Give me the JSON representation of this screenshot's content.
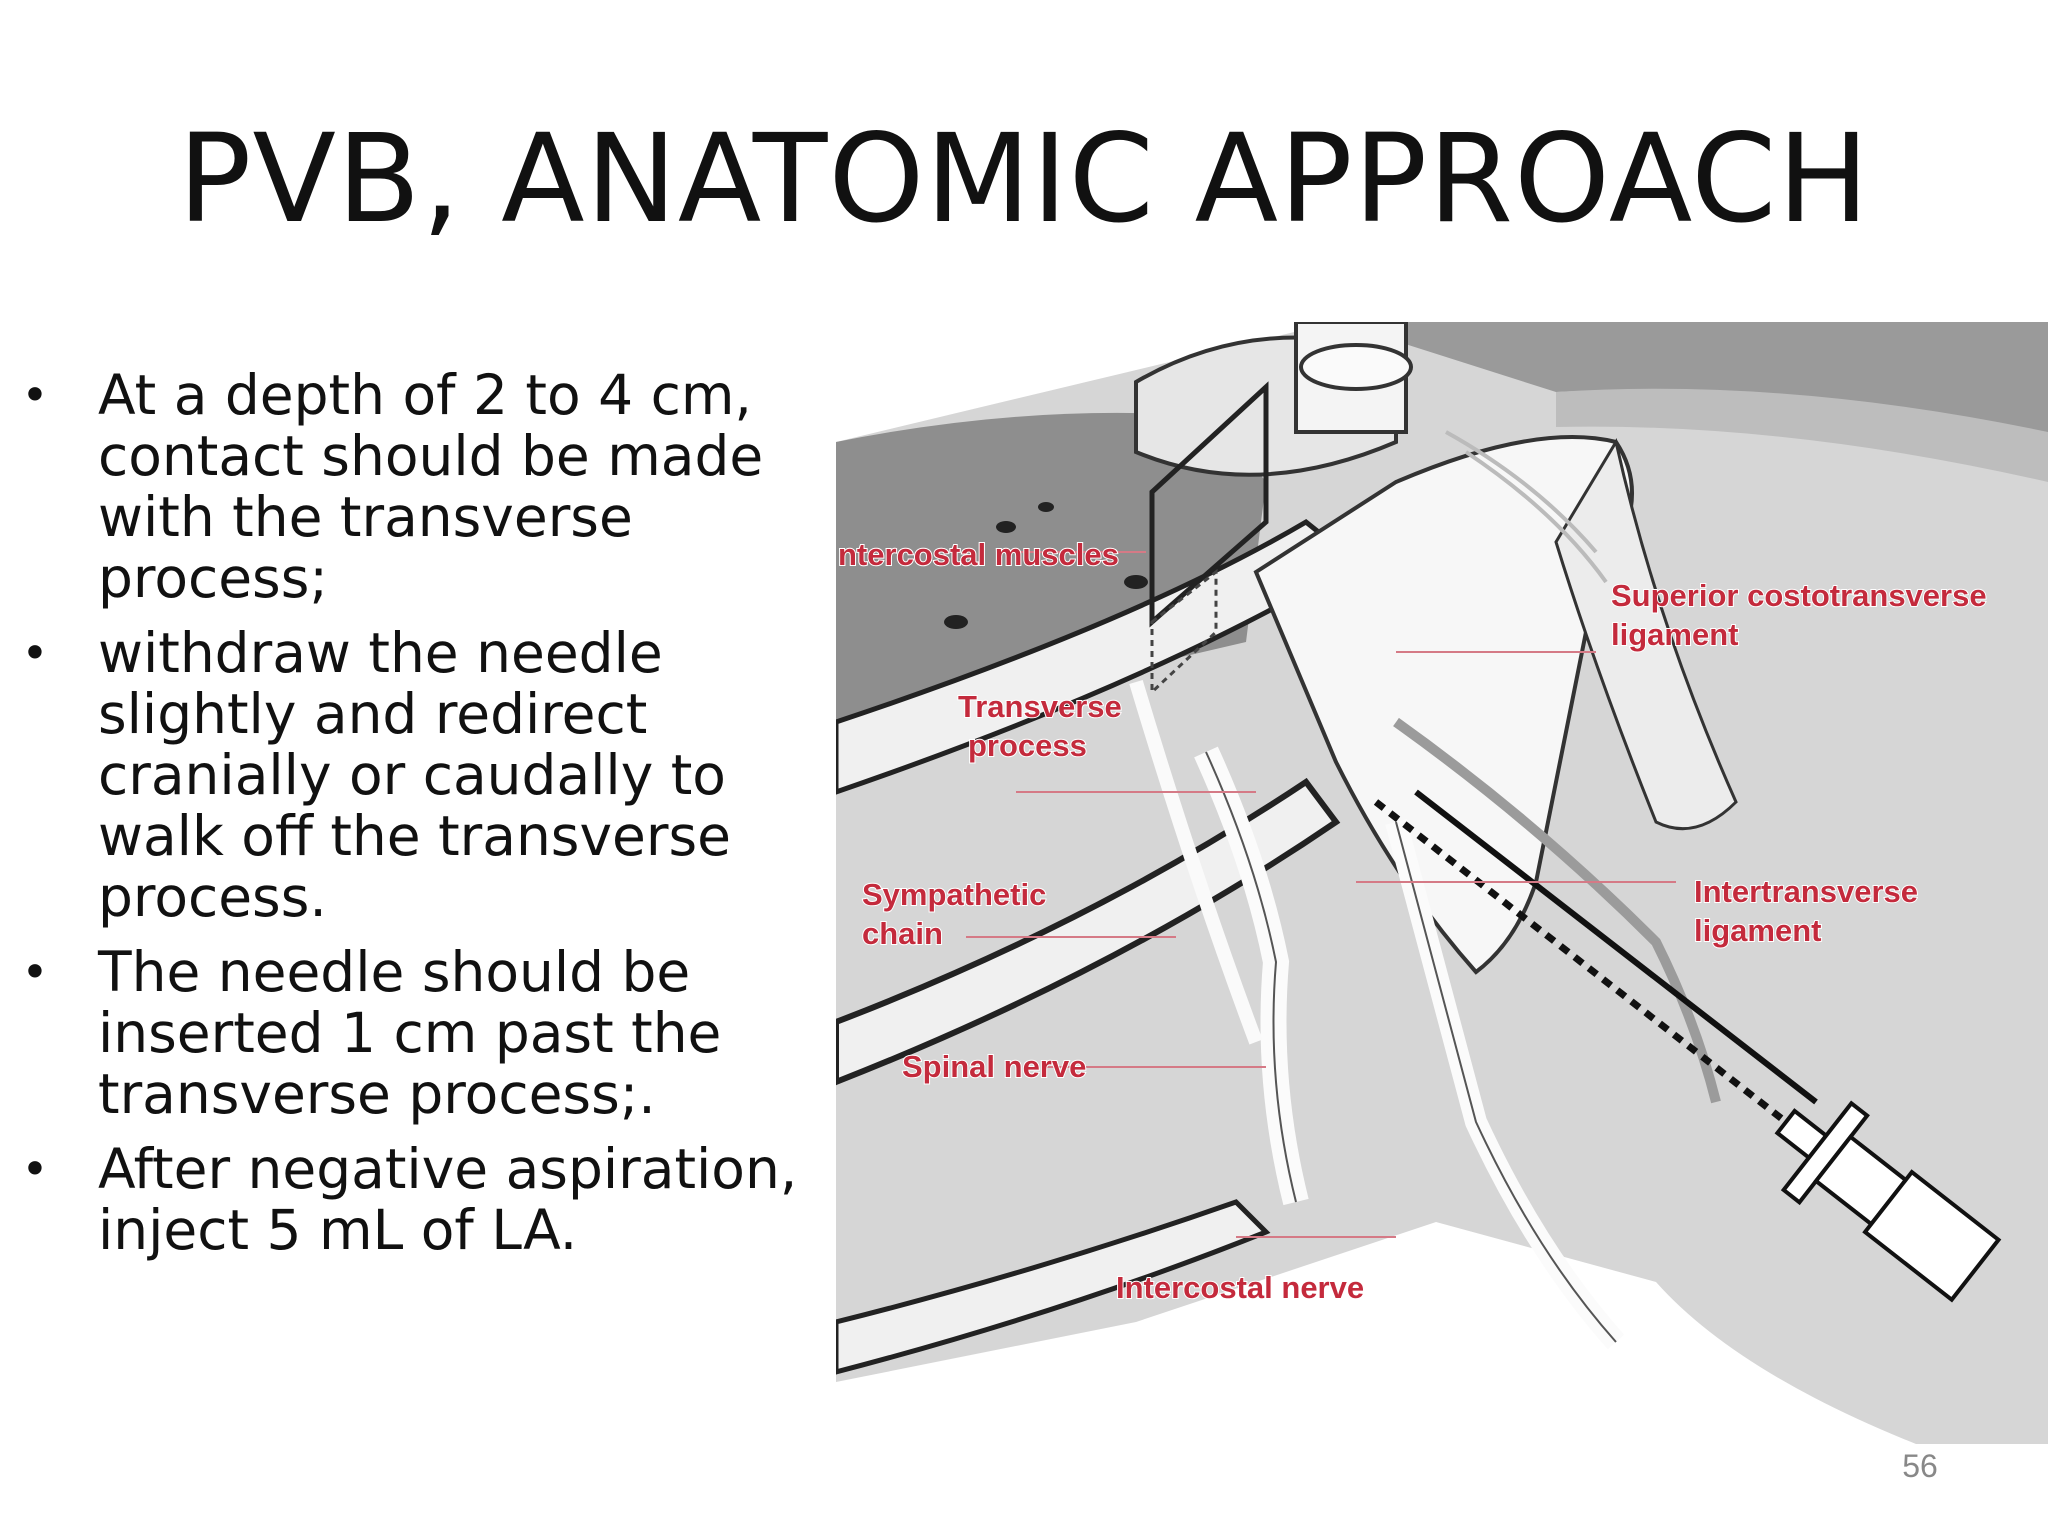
{
  "slide": {
    "title": "PVB, ANATOMIC APPROACH",
    "page_number": "56",
    "bullet_icon": "bullet-dot"
  },
  "bullets": [
    {
      "lines": [
        "At a depth of 2 to 4 cm,",
        "contact should be made",
        "with the transverse",
        "process;"
      ]
    },
    {
      "lines": [
        "withdraw the needle",
        "slightly and redirect",
        "cranially or caudally to",
        "walk off the transverse",
        "process."
      ]
    },
    {
      "lines": [
        "The needle should be",
        "inserted 1 cm past the",
        "transverse process;."
      ]
    },
    {
      "lines": [
        "After negative aspiration,",
        "inject 5 mL of LA."
      ]
    }
  ],
  "illustration": {
    "label_color": "#c42a3c",
    "labels": {
      "intercostal_muscles": "ntercostal muscles",
      "superior_costotransverse": [
        "Superior costotransverse",
        "ligament"
      ],
      "transverse_process": [
        "Transverse",
        "process"
      ],
      "sympathetic_chain": [
        "Sympathetic",
        "chain"
      ],
      "intertransverse_ligament": [
        "Intertransverse",
        "ligament"
      ],
      "spinal_nerve": "Spinal nerve",
      "intercostal_nerve": "Intercostal nerve"
    }
  }
}
